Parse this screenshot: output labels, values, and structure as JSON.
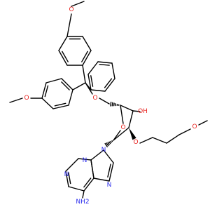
{
  "colors": {
    "bond": "#000000",
    "oxygen": "#e8231f",
    "nitrogen": "#2f30ee",
    "background": "#ffffff"
  },
  "labels": {
    "o_top": "O",
    "o_left": "O",
    "o_ether": "O",
    "oh": "OH",
    "o_ring": "O",
    "o_2prime": "O",
    "o_methoxy": "O",
    "n_pur1": "N",
    "n_pur3": "N",
    "n_pur7": "N",
    "n_pur9": "N",
    "nh2": "NH2"
  }
}
